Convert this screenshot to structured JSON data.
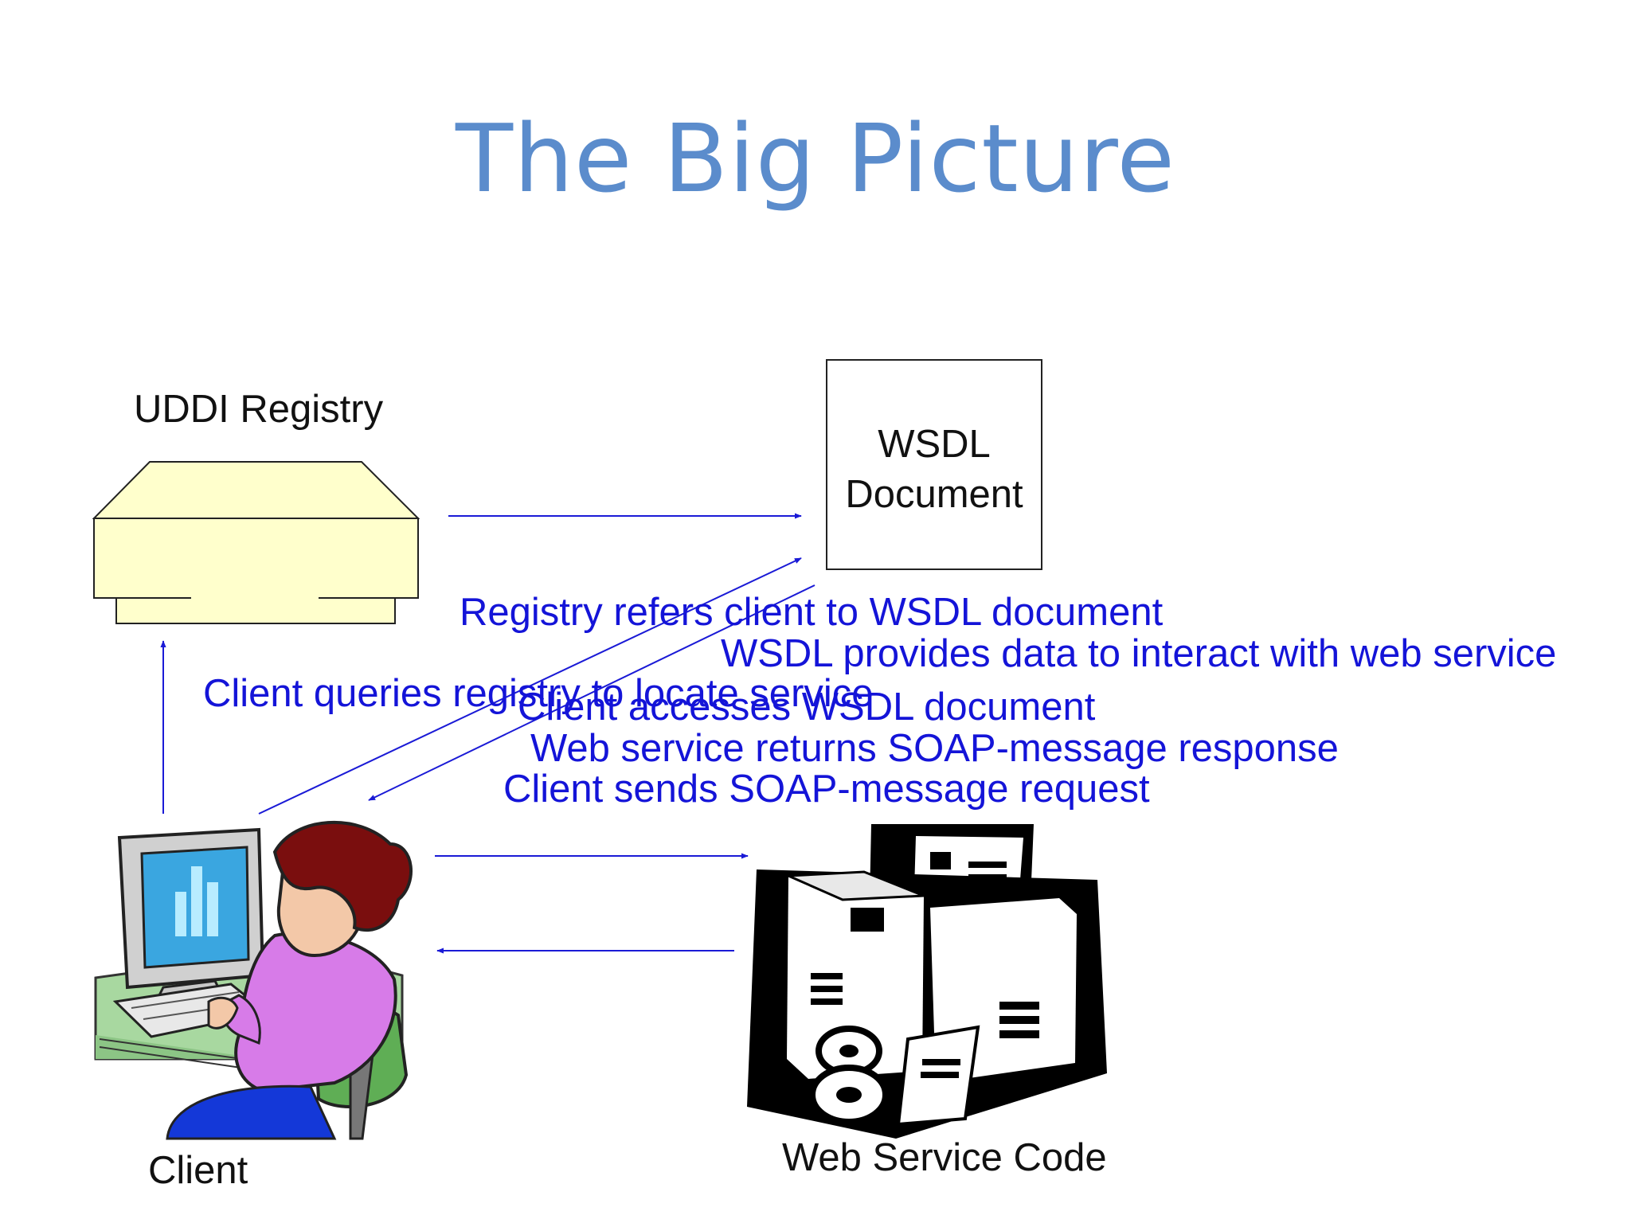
{
  "title": "The Big Picture",
  "nodes": {
    "registry_label": "UDDI Registry",
    "wsdl_line1": "WSDL",
    "wsdl_line2": "Document",
    "client_label": "Client",
    "webservice_label": "Web Service Code"
  },
  "flows": {
    "registry_refers": "Registry refers client to WSDL document",
    "wsdl_provides": "WSDL provides data to interact with web service",
    "client_queries": "Client queries registry to locate service",
    "client_accesses": "Client accesses WSDL document",
    "ws_returns": "Web service returns SOAP-message response",
    "client_sends": "Client sends SOAP-message request"
  },
  "colors": {
    "title": "#5b8ccc",
    "flow_text": "#1414d8",
    "arrow": "#1a1ad6",
    "registry_fill": "#ffffcc"
  }
}
